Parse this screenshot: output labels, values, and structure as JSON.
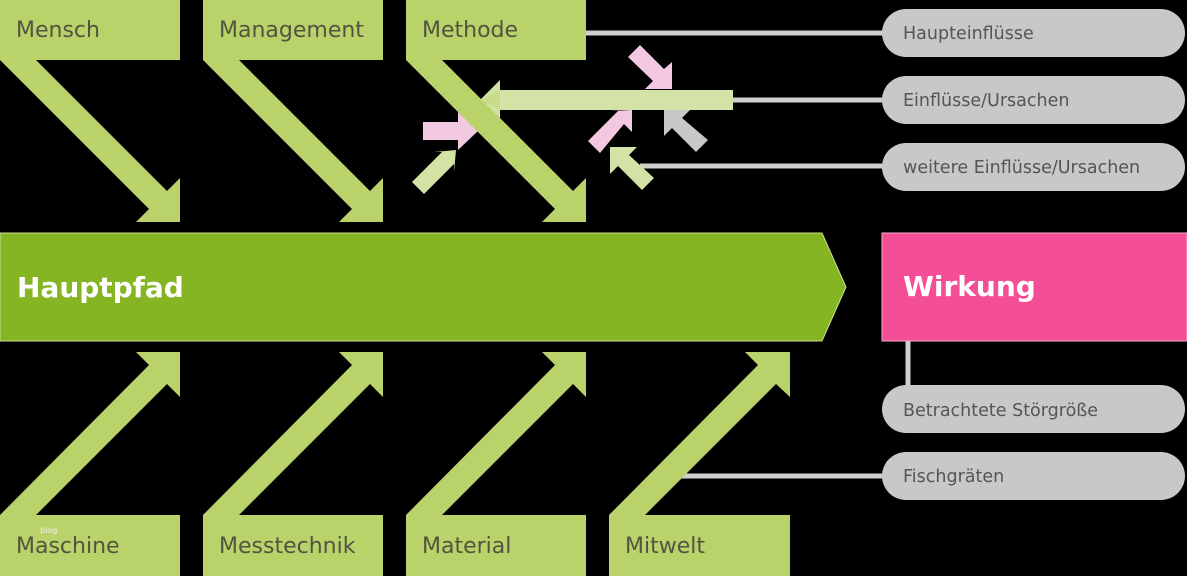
{
  "diagram": {
    "type": "ishikawa-fishbone",
    "spine": {
      "label": "Hauptpfad",
      "color": "#86B524"
    },
    "effect": {
      "label": "Wirkung",
      "color": "#F34E96"
    },
    "top_categories": [
      {
        "label": "Mensch"
      },
      {
        "label": "Management"
      },
      {
        "label": "Methode"
      }
    ],
    "bottom_categories": [
      {
        "label": "Maschine"
      },
      {
        "label": "Messtechnik"
      },
      {
        "label": "Material"
      },
      {
        "label": "Mitwelt"
      }
    ],
    "legend": [
      {
        "label": "Haupteinflüsse"
      },
      {
        "label": "Einflüsse/Ursachen"
      },
      {
        "label": "weitere Einflüsse/Ursachen"
      },
      {
        "label": "Betrachtete Störgröße"
      },
      {
        "label": "Fischgräten"
      }
    ],
    "watermark": "blog",
    "colors": {
      "bone": "#B9D36A",
      "sub_cause": "#D3E3A6",
      "sub_sub_cause_pink": "#F3C9E1",
      "sub_sub_cause_gray": "#C8C8C8",
      "pill": "#C8C8C8",
      "connector": "#CFCFCF"
    }
  }
}
